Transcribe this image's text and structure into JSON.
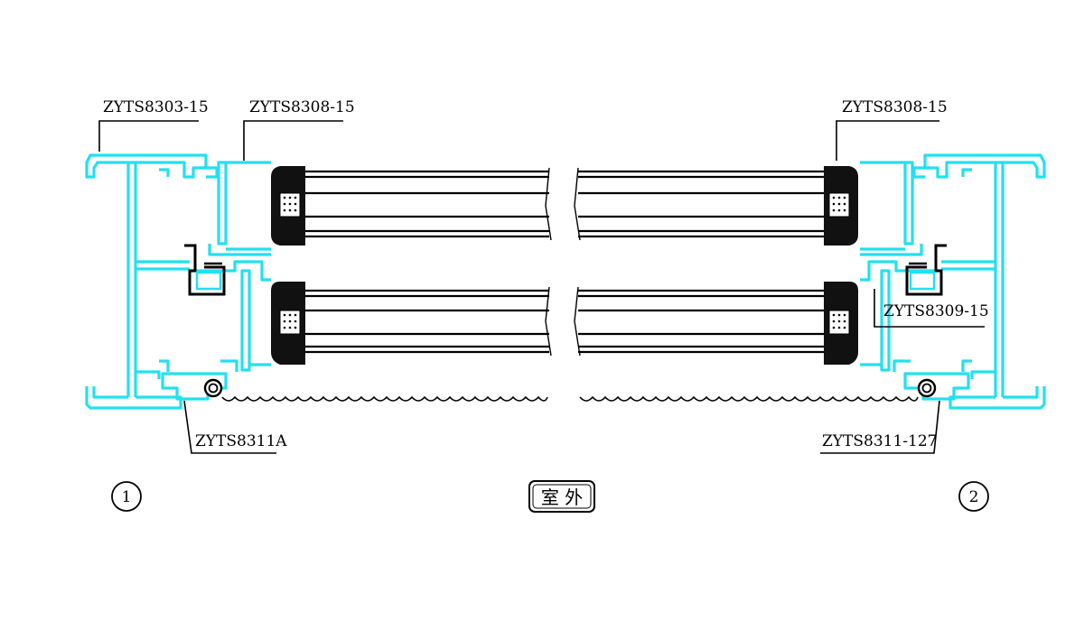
{
  "labels": {
    "top_left_1": "ZYTS8303-15",
    "top_left_2": "ZYTS8308-15",
    "top_right": "ZYTS8308-15",
    "mid_right": "ZYTS8309-15",
    "bottom_left": "ZYTS8311A",
    "bottom_right": "ZYTS8311-127"
  },
  "markers": {
    "left": "1",
    "right": "2"
  },
  "outdoor_label": "室 外",
  "colors": {
    "profile": "#22e0f0",
    "line": "#000000",
    "background": "#ffffff"
  }
}
